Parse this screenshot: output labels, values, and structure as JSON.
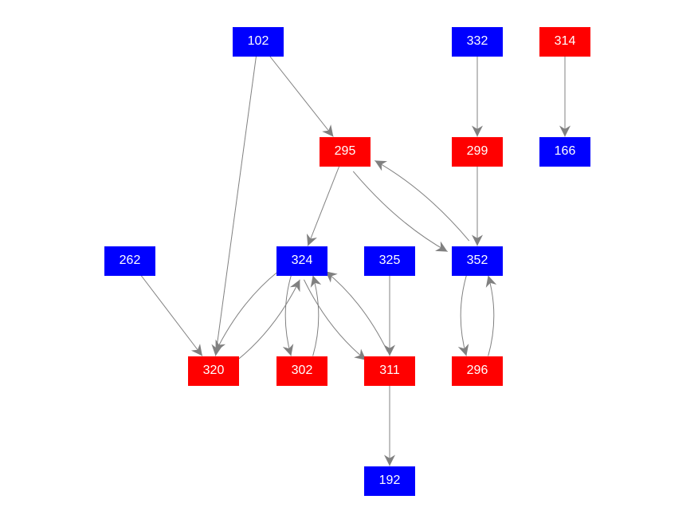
{
  "colors": {
    "blue": "#0000ff",
    "red": "#ff0000",
    "edge": "#808080"
  },
  "nodes": [
    {
      "id": "102",
      "label": "102",
      "color": "blue"
    },
    {
      "id": "332",
      "label": "332",
      "color": "blue"
    },
    {
      "id": "314",
      "label": "314",
      "color": "red"
    },
    {
      "id": "295",
      "label": "295",
      "color": "red"
    },
    {
      "id": "299",
      "label": "299",
      "color": "red"
    },
    {
      "id": "166",
      "label": "166",
      "color": "blue"
    },
    {
      "id": "262",
      "label": "262",
      "color": "blue"
    },
    {
      "id": "324",
      "label": "324",
      "color": "blue"
    },
    {
      "id": "325",
      "label": "325",
      "color": "blue"
    },
    {
      "id": "352",
      "label": "352",
      "color": "blue"
    },
    {
      "id": "320",
      "label": "320",
      "color": "red"
    },
    {
      "id": "302",
      "label": "302",
      "color": "red"
    },
    {
      "id": "311",
      "label": "311",
      "color": "red"
    },
    {
      "id": "296",
      "label": "296",
      "color": "red"
    },
    {
      "id": "192",
      "label": "192",
      "color": "blue"
    }
  ],
  "edges": [
    {
      "from": "102",
      "to": "295"
    },
    {
      "from": "102",
      "to": "320"
    },
    {
      "from": "332",
      "to": "299"
    },
    {
      "from": "314",
      "to": "166"
    },
    {
      "from": "299",
      "to": "352"
    },
    {
      "from": "295",
      "to": "324"
    },
    {
      "from": "295",
      "to": "352"
    },
    {
      "from": "352",
      "to": "295"
    },
    {
      "from": "262",
      "to": "320"
    },
    {
      "from": "324",
      "to": "320"
    },
    {
      "from": "320",
      "to": "324"
    },
    {
      "from": "324",
      "to": "302"
    },
    {
      "from": "302",
      "to": "324"
    },
    {
      "from": "324",
      "to": "311"
    },
    {
      "from": "311",
      "to": "324"
    },
    {
      "from": "325",
      "to": "311"
    },
    {
      "from": "352",
      "to": "296"
    },
    {
      "from": "296",
      "to": "352"
    },
    {
      "from": "311",
      "to": "192"
    }
  ]
}
